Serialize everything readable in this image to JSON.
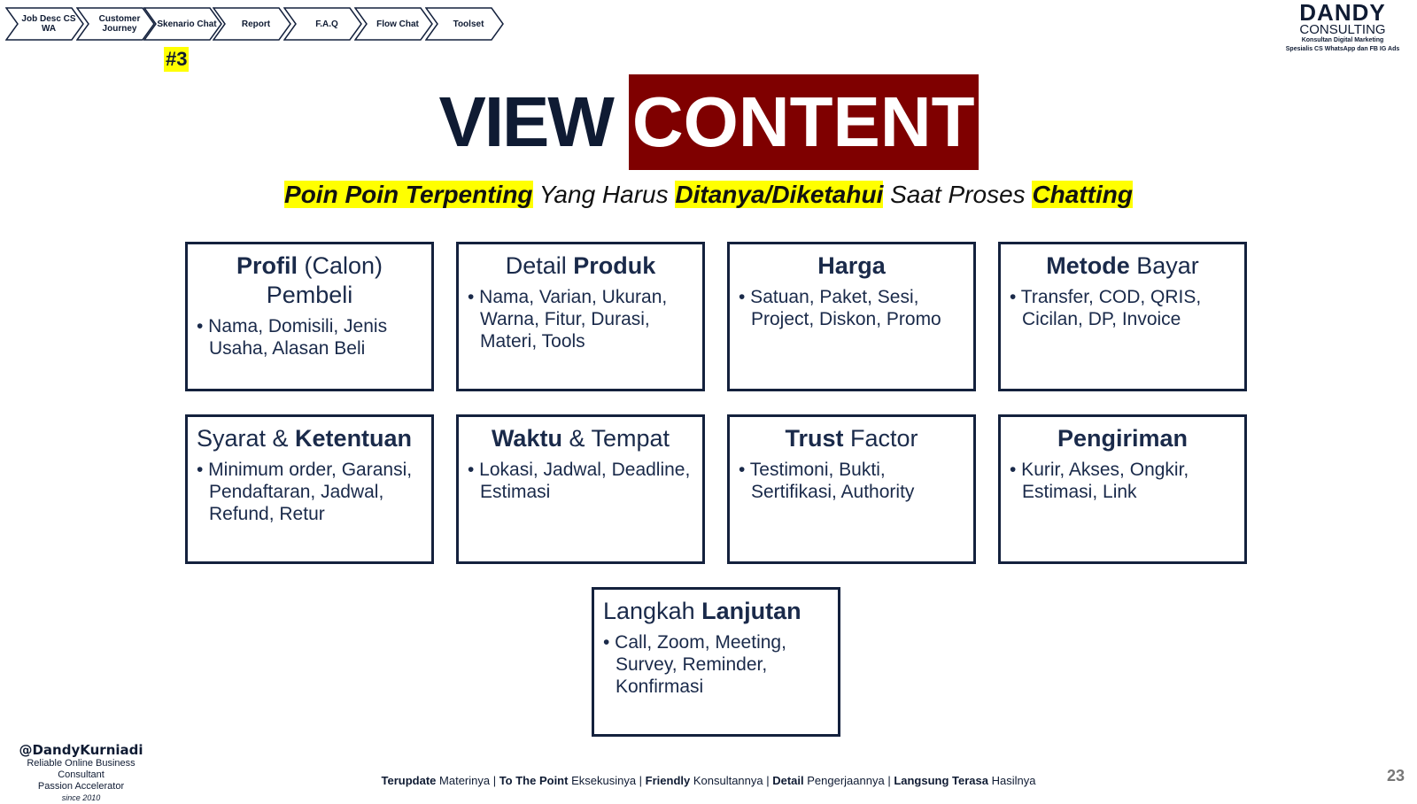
{
  "nav": {
    "steps": [
      "Job Desc CS WA",
      "Customer Journey",
      "Skenario Chat",
      "Report",
      "F.A.Q",
      "Flow Chat",
      "Toolset"
    ],
    "active_marker": "#3"
  },
  "logo": {
    "name": "DANDY",
    "sub": "CONSULTING",
    "tag1": "Konsultan Digital Marketing",
    "tag2": "Spesialis CS WhatsApp dan FB IG Ads"
  },
  "title": {
    "word1": "VIEW",
    "word2": "CONTENT",
    "accent": "#7f0000"
  },
  "subtitle": {
    "p1": "Poin Poin Terpenting",
    "p2": " Yang Harus ",
    "p3": "Ditanya/Diketahui",
    "p4": " Saat Proses ",
    "p5": "Chatting"
  },
  "boxes": [
    {
      "bold": "Profil",
      "rest": " (Calon) Pembeli",
      "text": "• Nama, Domisili, Jenis Usaha, Alasan Beli"
    },
    {
      "pre": "Detail ",
      "bold": "Produk",
      "text": "• Nama, Varian, Ukuran, Warna, Fitur, Durasi, Materi, Tools"
    },
    {
      "bold": "Harga",
      "text": "• Satuan, Paket, Sesi, Project, Diskon, Promo"
    },
    {
      "bold": "Metode",
      "rest": " Bayar",
      "text": "• Transfer, COD, QRIS, Cicilan, DP, Invoice"
    },
    {
      "pre": "Syarat & ",
      "bold": "Ketentuan",
      "text": "• Minimum order, Garansi, Pendaftaran, Jadwal, Refund, Retur"
    },
    {
      "bold": "Waktu",
      "rest": " & Tempat",
      "text": "• Lokasi, Jadwal, Deadline, Estimasi"
    },
    {
      "bold": "Trust",
      "rest": " Factor",
      "text": "• Testimoni, Bukti, Sertifikasi, Authority"
    },
    {
      "bold": "Pengiriman",
      "text": "• Kurir, Akses, Ongkir, Estimasi, Link"
    },
    {
      "pre": "Langkah ",
      "bold": "Lanjutan",
      "text": "• Call, Zoom, Meeting, Survey, Reminder, Konfirmasi"
    }
  ],
  "footer": {
    "handle": "@DandyKurniadi",
    "line1": "Reliable Online Business Consultant",
    "line2": "Passion Accelerator",
    "line3": "since 2010",
    "tagline": [
      [
        "Terupdate",
        " Materinya | "
      ],
      [
        "To The Point",
        " Eksekusinya | "
      ],
      [
        "Friendly",
        " Konsultannya | "
      ],
      [
        "Detail",
        " Pengerjaannya | "
      ],
      [
        "Langsung Terasa",
        " Hasilnya"
      ]
    ],
    "page": "23"
  }
}
